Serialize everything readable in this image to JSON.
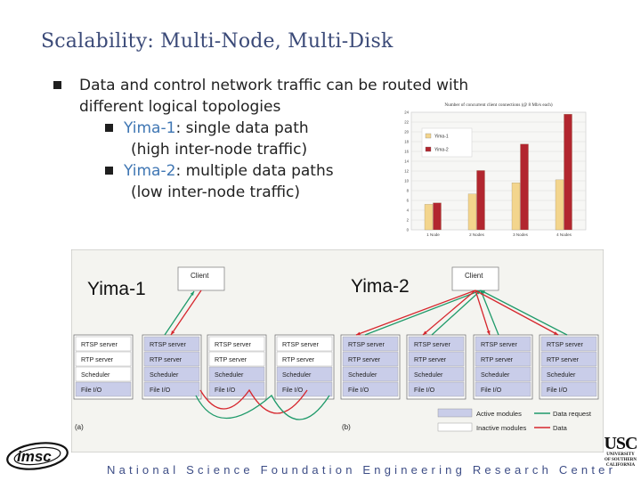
{
  "slide": {
    "title": "Scalability: Multi-Node, Multi-Disk",
    "bullet_main_line1": "Data and control network traffic can be routed with",
    "bullet_main_line2": "different logical topologies",
    "sub1_name": "Yima-1",
    "sub1_rest": ": single data path",
    "sub1_line2": "(high inter-node traffic)",
    "sub2_name": "Yima-2",
    "sub2_rest": ": multiple data paths",
    "sub2_line2": "(low inter-node traffic)",
    "footer": "National Science Foundation Engineering Research Center"
  },
  "logos": {
    "left": "imsc",
    "right_main": "USC",
    "right_sub1": "UNIVERSITY",
    "right_sub2": "OF SOUTHERN",
    "right_sub3": "CALIFORNIA"
  },
  "chart_data": {
    "type": "bar",
    "title": "Number of concurrent client connections (@ 8 Mb/s each)",
    "categories": [
      "1 Node",
      "2 Nodes",
      "3 Nodes",
      "4 Nodes"
    ],
    "series": [
      {
        "name": "Yima-1",
        "color": "#f3d58d",
        "values": [
          5.2,
          7.3,
          9.6,
          10.2
        ]
      },
      {
        "name": "Yima-2",
        "color": "#b2262f",
        "values": [
          5.5,
          12.1,
          17.5,
          23.6
        ]
      }
    ],
    "ylim": [
      0,
      24
    ],
    "yticks": [
      0,
      2,
      4,
      6,
      8,
      10,
      12,
      14,
      16,
      18,
      20,
      22,
      24
    ],
    "ytick_labels": [
      "0",
      "2",
      "4",
      "6",
      "8",
      "10",
      "12",
      "14",
      "16",
      "18",
      "20",
      "22",
      "24"
    ],
    "grid": true,
    "legend": "top-left"
  },
  "diagram": {
    "label_left": "Yima-1",
    "label_right": "Yima-2",
    "client": "Client",
    "module_labels": [
      "RTSP server",
      "RTP server",
      "Scheduler",
      "File I/O"
    ],
    "panel_a": "(a)",
    "panel_b": "(b)",
    "legend_active": "Active modules",
    "legend_inactive": "Inactive modules",
    "legend_request": "Data request",
    "legend_data": "Data",
    "color_active": "#c9cde9",
    "color_request": "#1f9a6a",
    "color_data": "#d6272e"
  }
}
